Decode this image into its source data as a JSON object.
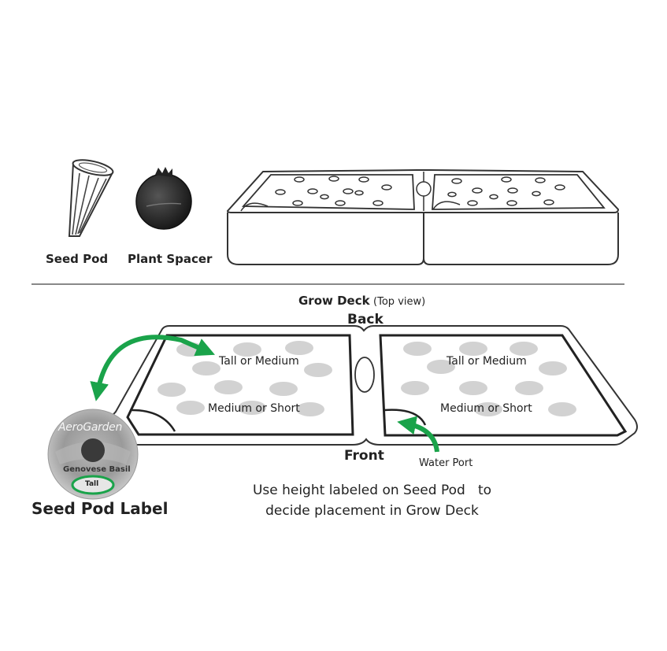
{
  "items": {
    "seed_pod": "Seed Pod",
    "plant_spacer": "Plant Spacer"
  },
  "grow_deck": {
    "title": "Grow Deck",
    "subtitle": "(Top view)",
    "back": "Back",
    "front": "Front",
    "zone_tall": "Tall or Medium",
    "zone_short": "Medium or Short",
    "water_port": "Water Port"
  },
  "label": {
    "heading": "Seed Pod Label",
    "brand": "AeroGarden",
    "plant": "Genovese Basil",
    "height": "Tall"
  },
  "instruction": {
    "line1": "Use height labeled on Seed Pod   to",
    "line2": "decide placement in Grow Deck"
  },
  "colors": {
    "arrow": "#1aa34a",
    "line": "#333333",
    "pod_hole": "#d2d2d2",
    "divider": "#888888"
  }
}
